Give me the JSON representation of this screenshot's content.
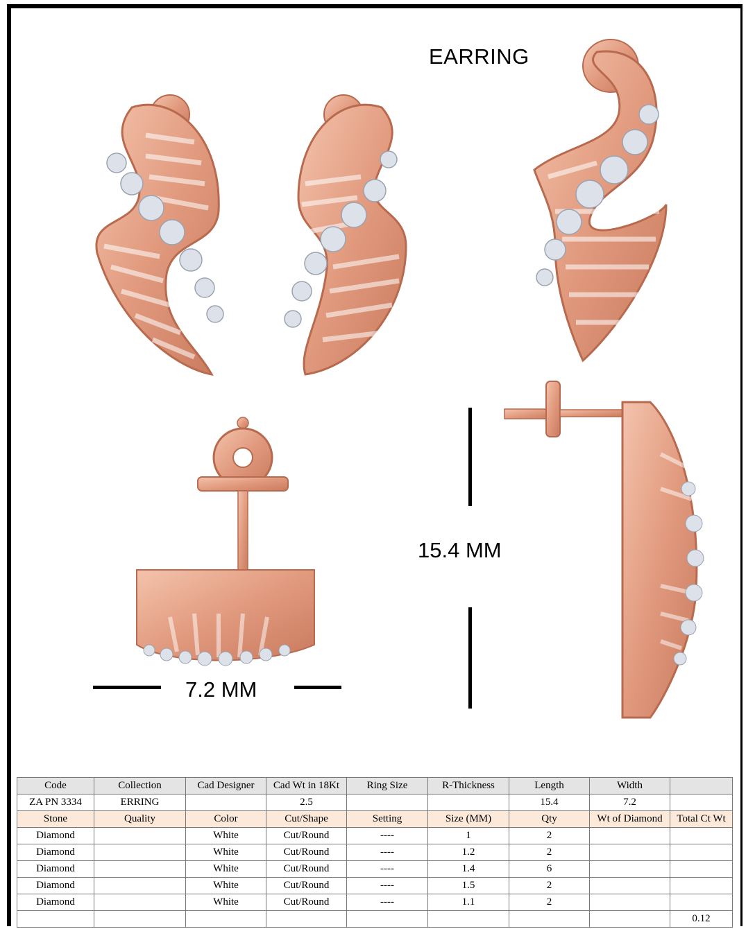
{
  "title": "EARRING",
  "dimensions": {
    "height": "15.4 MM",
    "width": "7.2 MM"
  },
  "colors": {
    "rose_gold": "#e6a085",
    "rose_gold_dark": "#b86a4f",
    "diamond": "#dde2ea",
    "header_gray": "#e4e4e4",
    "header_pink": "#fde9d9"
  },
  "spec_table": {
    "headers": [
      "Code",
      "Collection",
      "Cad Designer",
      "Cad Wt in 18Kt",
      "Ring Size",
      "R-Thickness",
      "Length",
      "Width",
      ""
    ],
    "values": [
      "ZA PN 3334",
      "ERRING",
      "",
      "2.5",
      "",
      "",
      "15.4",
      "7.2",
      ""
    ],
    "stone_headers": [
      "Stone",
      "Quality",
      "Color",
      "Cut/Shape",
      "Setting",
      "Size (MM)",
      "Qty",
      "Wt of Diamond",
      "Total Ct Wt"
    ],
    "stones": [
      [
        "Diamond",
        "",
        "White",
        "Cut/Round",
        "----",
        "1",
        "2",
        "",
        ""
      ],
      [
        "Diamond",
        "",
        "White",
        "Cut/Round",
        "----",
        "1.2",
        "2",
        "",
        ""
      ],
      [
        "Diamond",
        "",
        "White",
        "Cut/Round",
        "----",
        "1.4",
        "6",
        "",
        ""
      ],
      [
        "Diamond",
        "",
        "White",
        "Cut/Round",
        "----",
        "1.5",
        "2",
        "",
        ""
      ],
      [
        "Diamond",
        "",
        "White",
        "Cut/Round",
        "----",
        "1.1",
        "2",
        "",
        ""
      ]
    ],
    "total": [
      "",
      "",
      "",
      "",
      "",
      "",
      "",
      "",
      "0.12"
    ]
  }
}
